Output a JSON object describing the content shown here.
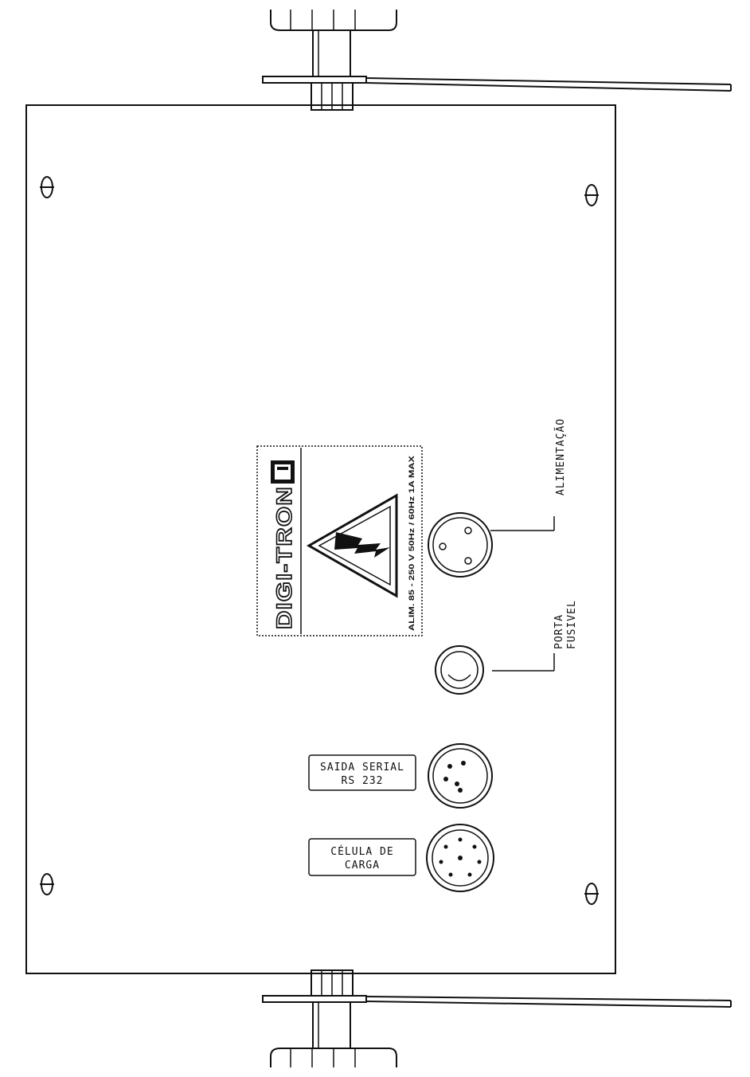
{
  "panel": {
    "brand": "DIGI-TRON",
    "rating": "ALIM. 85 - 250 V  50Hz / 60Hz  1A MAX"
  },
  "labels": {
    "alimentacao": "ALIMENTAÇÃO",
    "porta_fusivel_line1": "PORTA",
    "porta_fusivel_line2": "FUSIVEL",
    "saida_serial_line1": "SAIDA SERIAL",
    "saida_serial_line2": "RS 232",
    "celula_line1": "CÉLULA DE",
    "celula_line2": "CARGA"
  }
}
